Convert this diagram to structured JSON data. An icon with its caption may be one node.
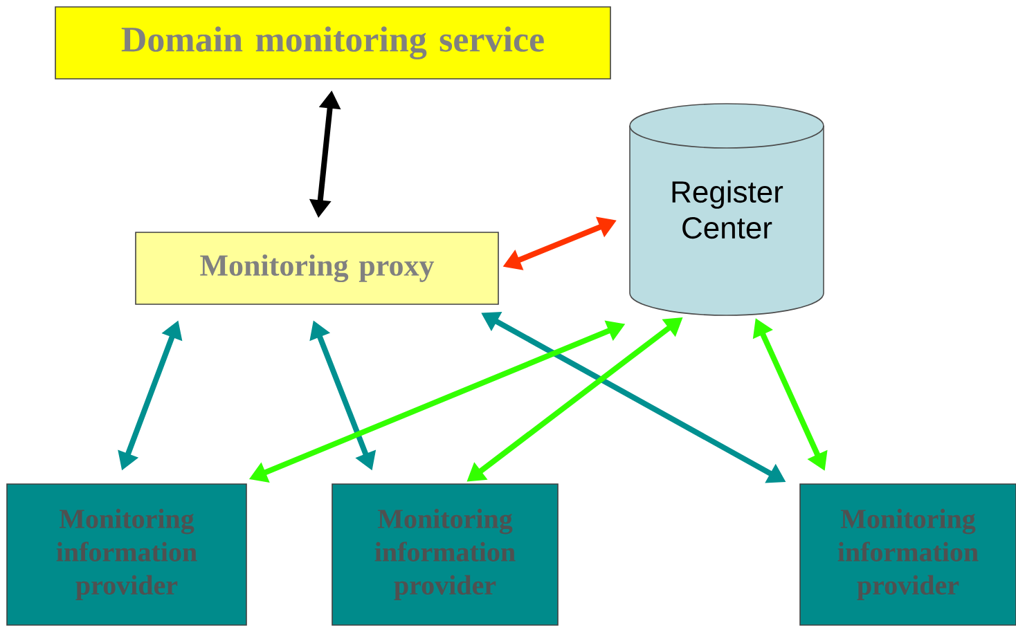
{
  "diagram": {
    "nodes": [
      {
        "text": [
          "Domain monitoring service"
        ]
      },
      {
        "text": [
          "Monitoring proxy"
        ]
      },
      {
        "text": [
          "Register Center"
        ]
      },
      {
        "text": [
          "Monitoring information provider"
        ]
      },
      {
        "text": [
          "Monitoring information provider"
        ]
      },
      {
        "text": [
          "Monitoring information provider"
        ]
      }
    ],
    "edges": [
      {
        "from": 0,
        "to": 1,
        "arrow": "both",
        "color": "#000000"
      },
      {
        "from": 1,
        "to": 2,
        "arrow": "both",
        "color": "#ff3300"
      },
      {
        "from": 1,
        "to": 3,
        "arrow": "both",
        "color": "#009090"
      },
      {
        "from": 1,
        "to": 4,
        "arrow": "both",
        "color": "#009090"
      },
      {
        "from": 1,
        "to": 5,
        "arrow": "both",
        "color": "#009090"
      },
      {
        "from": 2,
        "to": 3,
        "arrow": "both",
        "color": "#33ff00"
      },
      {
        "from": 2,
        "to": 4,
        "arrow": "both",
        "color": "#33ff00"
      },
      {
        "from": 2,
        "to": 5,
        "arrow": "both",
        "color": "#33ff00"
      }
    ]
  }
}
